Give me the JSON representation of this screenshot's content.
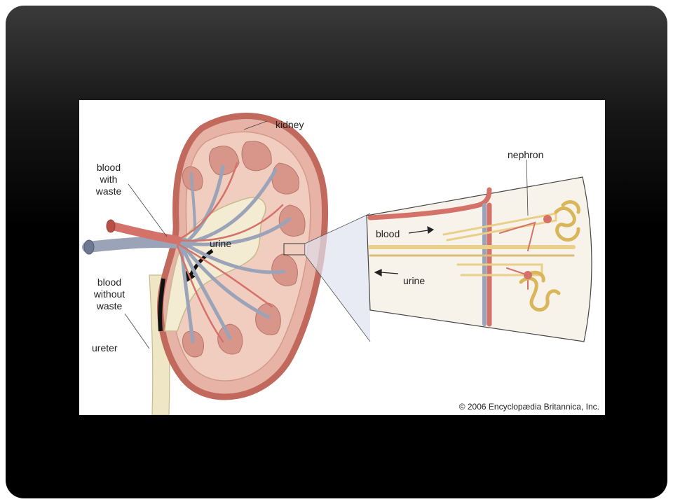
{
  "diagram": {
    "labels": {
      "kidney": "kidney",
      "blood_with_waste": [
        "blood",
        "with",
        "waste"
      ],
      "blood_without_waste": [
        "blood",
        "without",
        "waste"
      ],
      "ureter": "ureter",
      "urine_kidney": "urine",
      "nephron": "nephron",
      "blood_detail": "blood",
      "urine_detail": "urine"
    },
    "copyright": "© 2006 Encyclopædia Britannica, Inc."
  },
  "colors": {
    "slide_background": "#000000",
    "kidney_tissue": "#e9bdb0",
    "kidney_capsule": "#c97a6c",
    "vein": "#9aa3b8",
    "artery": "#d4726a",
    "urine": "#f3ecd2",
    "nephron_tubule": "#e8cf8a"
  }
}
